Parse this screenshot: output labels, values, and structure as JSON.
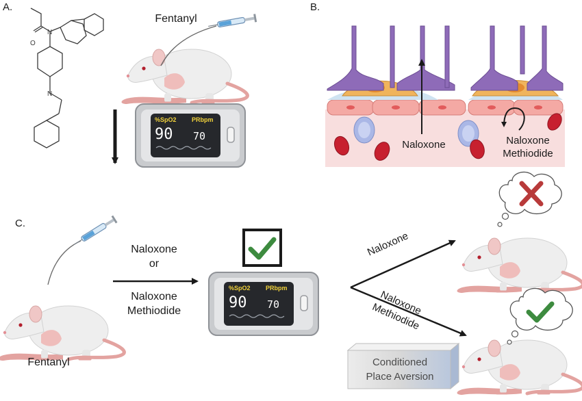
{
  "panels": {
    "a": {
      "letter": "A.",
      "drug_label": "Fentanyl",
      "oximeter": {
        "spo2_label": "%SpO2",
        "pr_label": "PRbpm",
        "spo2_value": "90",
        "pr_value": "70"
      }
    },
    "b": {
      "letter": "B.",
      "label_left": "Naloxone",
      "label_right_line1": "Naloxone",
      "label_right_line2": "Methiodide"
    },
    "c": {
      "letter": "C.",
      "drug_label": "Fentanyl",
      "treatment_line1": "Naloxone",
      "treatment_line2": "or",
      "treatment_line3": "Naloxone",
      "treatment_line4": "Methiodide",
      "oximeter": {
        "spo2_label": "%SpO2",
        "pr_label": "PRbpm",
        "spo2_value": "90",
        "pr_value": "70"
      },
      "branch_upper": "Naloxone",
      "branch_lower_line1": "Naloxone",
      "branch_lower_line2": "Methiodide",
      "box_line1": "Conditioned",
      "box_line2": "Place Aversion"
    }
  },
  "colors": {
    "neuron": "#8e6bb8",
    "glia": "#f0b45c",
    "endothelium": "#f4a9a4",
    "blood": "#f8dede",
    "rbc": "#c7202f",
    "immune": "#aab7e6",
    "check": "#3d8b3f",
    "cross": "#b83a3a"
  },
  "icons": [
    "syringe-icon",
    "rat-icon",
    "pulse-oximeter-icon",
    "check-icon",
    "cross-icon",
    "thought-bubble-icon"
  ]
}
